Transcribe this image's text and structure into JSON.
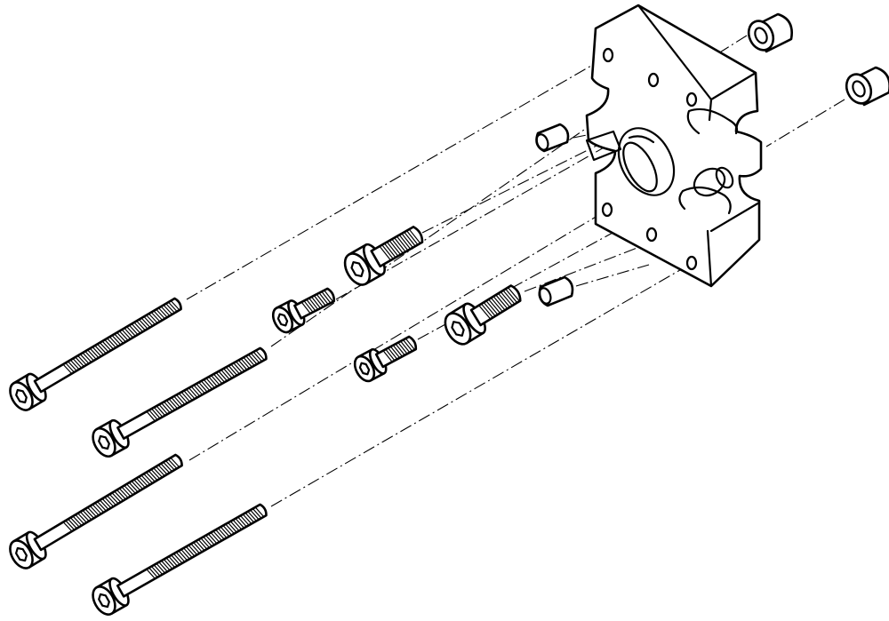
{
  "colors": {
    "line": "#000000",
    "background": "#ffffff"
  },
  "parts": {
    "long_screws": 4,
    "medium_screws": 2,
    "short_screws": 2,
    "dowel_pins": 2,
    "centering_sleeves": 2,
    "adapter_plates": 1
  }
}
